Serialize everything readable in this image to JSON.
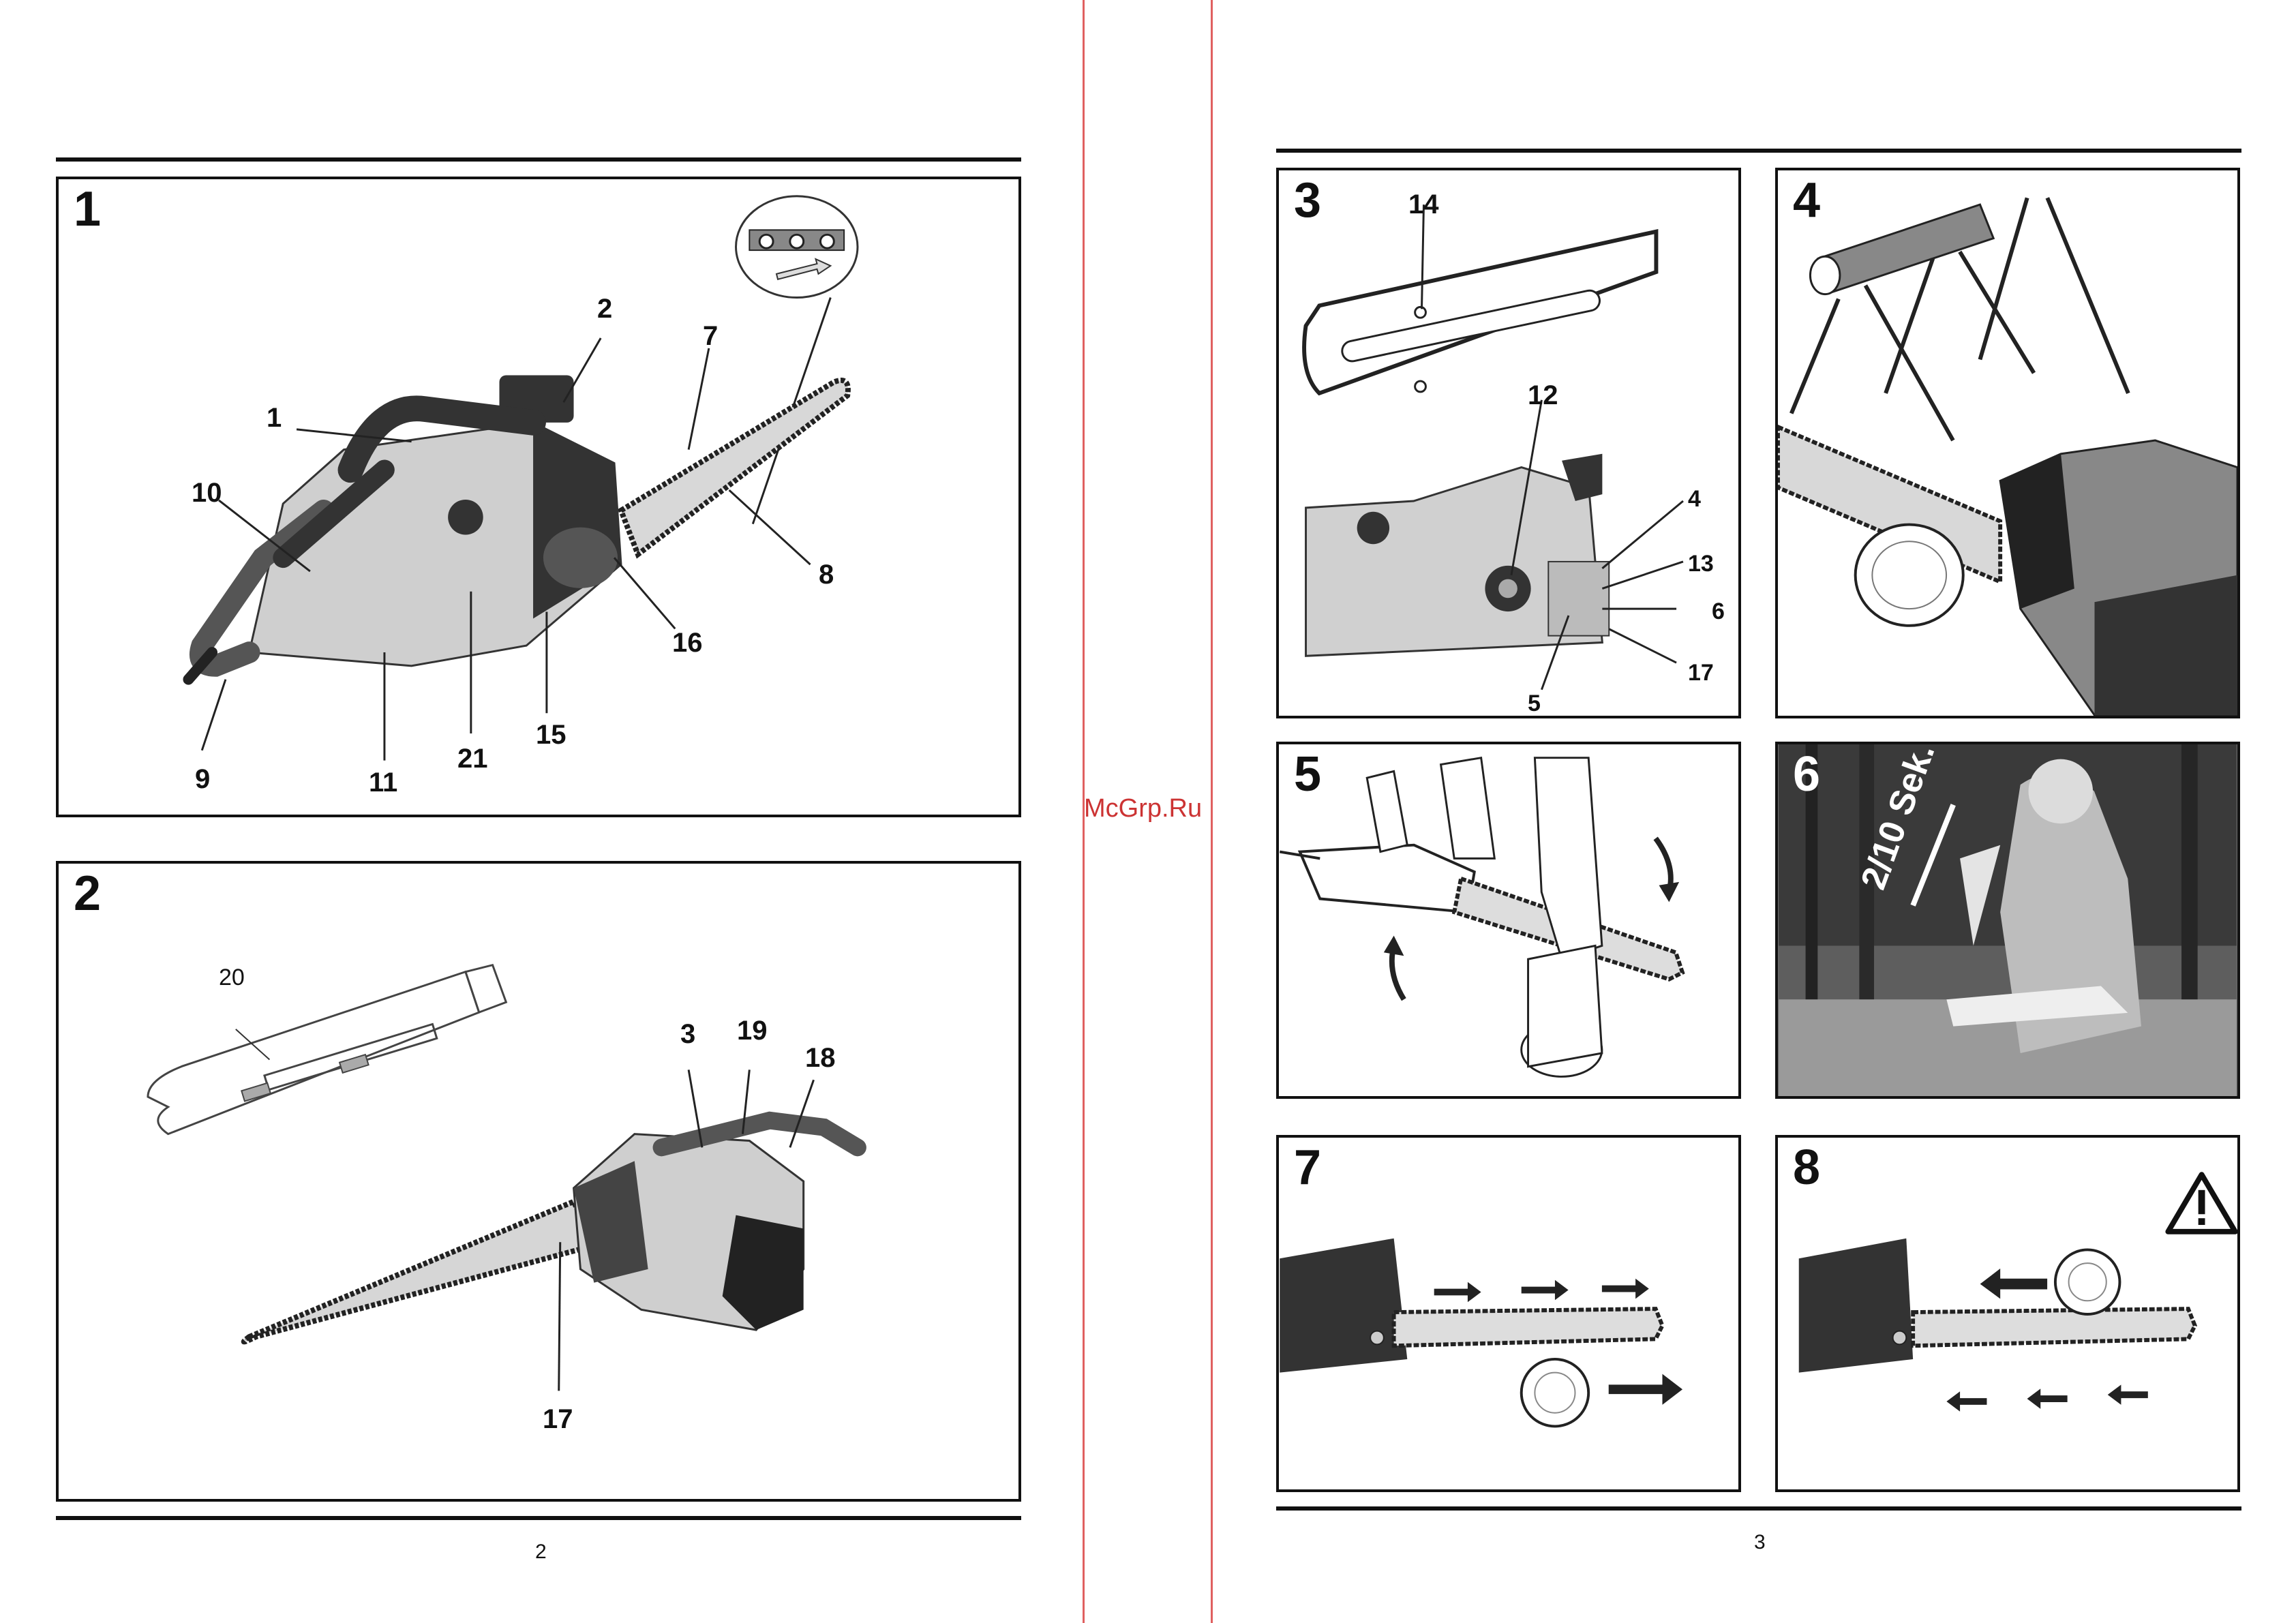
{
  "watermark": "McGrp.Ru",
  "pages": [
    {
      "page_number": "2"
    },
    {
      "page_number": "3"
    }
  ],
  "figures": [
    {
      "number": "1",
      "callouts": [
        "1",
        "2",
        "7",
        "8",
        "10",
        "16",
        "9",
        "11",
        "21",
        "15"
      ]
    },
    {
      "number": "2",
      "callouts": [
        "20",
        "3",
        "19",
        "18",
        "17"
      ]
    },
    {
      "number": "3",
      "callouts": [
        "14",
        "12",
        "4",
        "13",
        "6",
        "17",
        "5"
      ]
    },
    {
      "number": "4",
      "callouts": []
    },
    {
      "number": "5",
      "callouts": []
    },
    {
      "number": "6",
      "callouts": [],
      "photo_text": "2/10 Sek."
    },
    {
      "number": "7",
      "callouts": []
    },
    {
      "number": "8",
      "callouts": []
    }
  ]
}
